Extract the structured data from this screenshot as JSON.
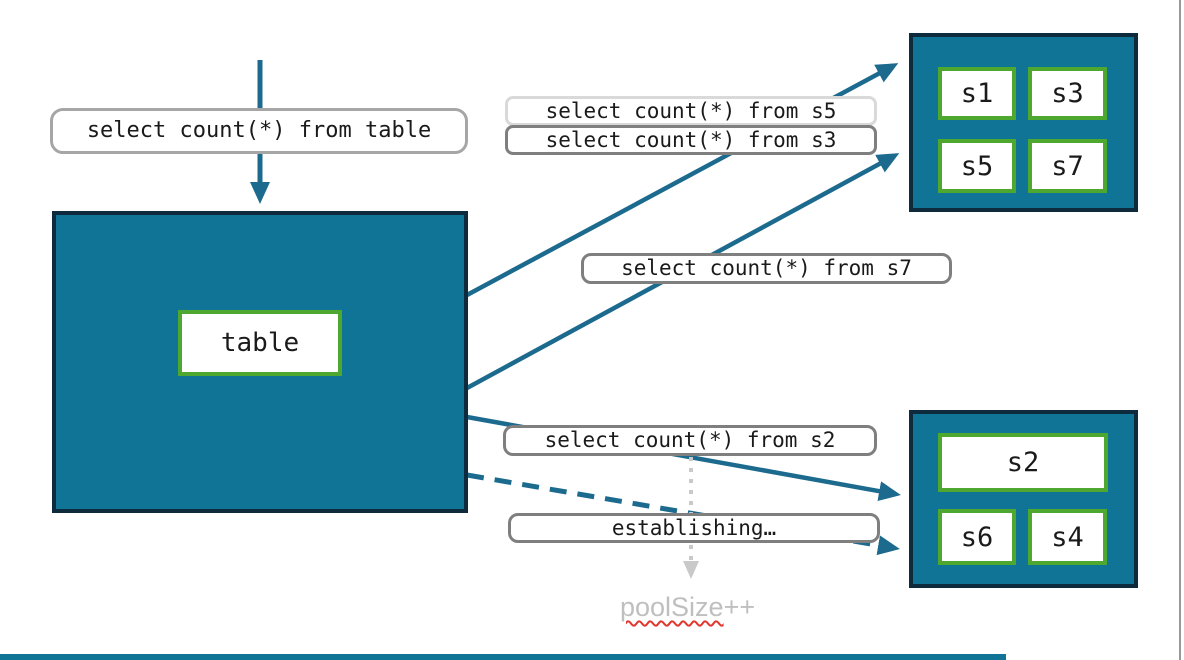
{
  "colors": {
    "box_fill": "#0f7496",
    "box_border": "#0e2b3d",
    "shard_border": "#4ea72e",
    "arrow": "#1c6a8e",
    "pill_border_dark": "#7f7f7f",
    "pill_border_medium": "#a6a6a6",
    "pill_border_light": "#d9d9d9",
    "dotted_arrow": "#c9c9c9",
    "annotation_text": "#bfbfbf",
    "squiggle_red": "#e0372e",
    "slide_edge": "#999999"
  },
  "queries": {
    "table": "select count(*) from table",
    "s5": "select count(*) from s5",
    "s3": "select count(*) from s3",
    "s7": "select count(*) from s7",
    "s2": "select count(*) from s2",
    "establishing": "establishing…"
  },
  "main_table": {
    "label": "table"
  },
  "shard_groups": {
    "top": {
      "shards": [
        "s1",
        "s3",
        "s5",
        "s7"
      ]
    },
    "bottom": {
      "shards": [
        "s2",
        "s6",
        "s4"
      ]
    }
  },
  "annotation": {
    "word": "poolSize",
    "suffix": "++"
  }
}
